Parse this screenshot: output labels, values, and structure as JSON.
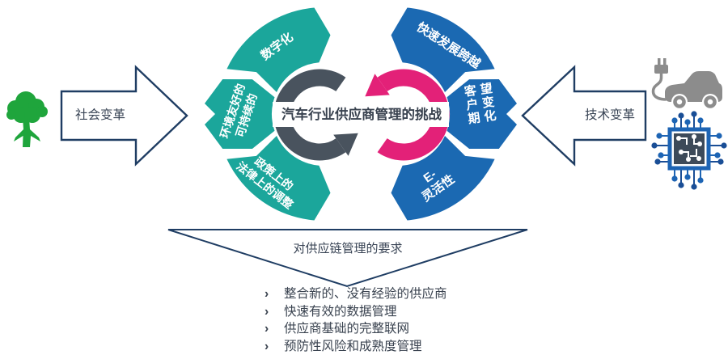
{
  "colors": {
    "teal": "#1BA69B",
    "blue": "#1B69B2",
    "pink": "#E32178",
    "dark_slate": "#49535E",
    "outline_navy": "#1F3D63",
    "body_text": "#3A4556",
    "tree_green": "#1FA53C",
    "car_gray": "#8C8C8C",
    "chip_blue": "#1D64B4",
    "chip_dark": "#3D4A59"
  },
  "flows": {
    "social": {
      "label": "社会变革"
    },
    "tech": {
      "label": "技术变革"
    }
  },
  "ring": {
    "center_label": "汽车行业供应商管理的挑战",
    "left_segments": [
      {
        "label": "数字化"
      },
      {
        "line1": "环境友好的",
        "line2": "可持续的"
      },
      {
        "line1": "政策上的",
        "line2": "法律上的调整"
      }
    ],
    "right_segments": [
      {
        "label": "快速发展跨越"
      },
      {
        "line1": "客户期",
        "line2": "望变化"
      },
      {
        "line1": "E-",
        "line2": "灵活性"
      }
    ]
  },
  "funnel": {
    "label": "对供应链管理的要求"
  },
  "requirements": {
    "marker": "›",
    "items": [
      "整合新的、没有经验的供应商",
      "快速有效的数据管理",
      "供应商基础的完整联网",
      "预防性风险和成熟度管理"
    ]
  }
}
